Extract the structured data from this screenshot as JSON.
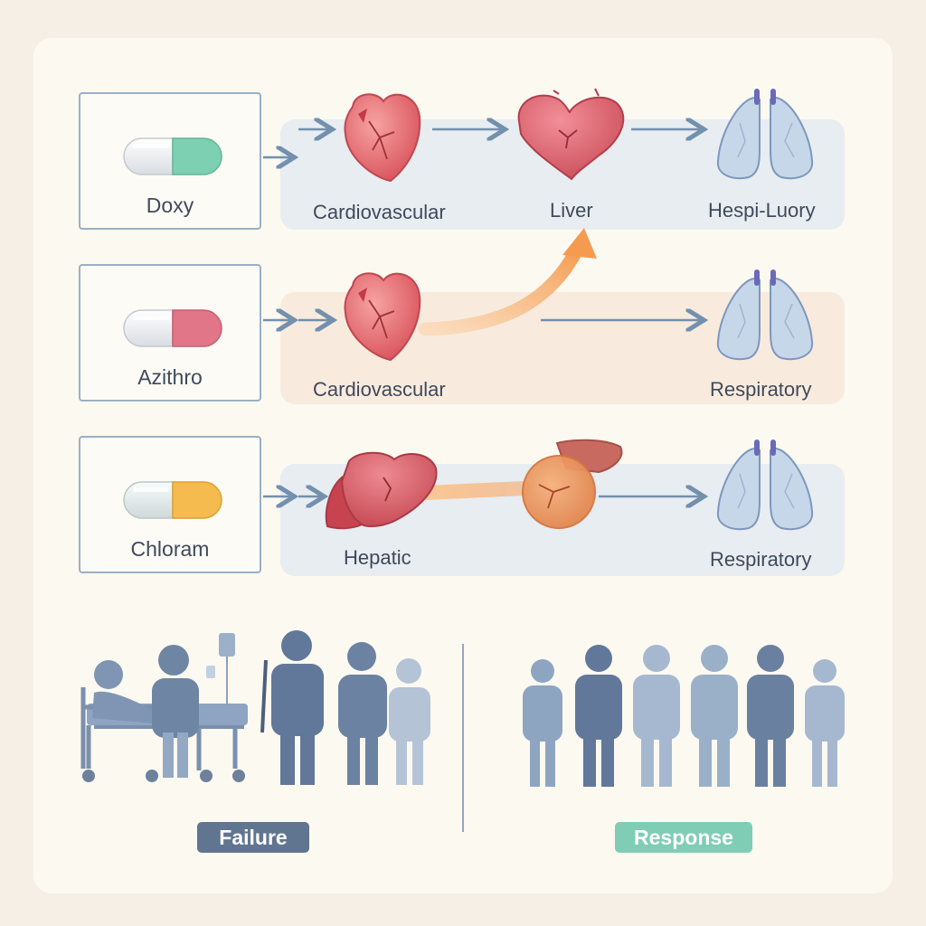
{
  "drugs": [
    {
      "name": "Doxy",
      "cap_color": "#7ed0b2"
    },
    {
      "name": "Azithro",
      "cap_color": "#e07688"
    },
    {
      "name": "Chloram",
      "cap_color": "#f6bb4e"
    }
  ],
  "rows": [
    {
      "labels": [
        "Cardiovascular",
        "Liver",
        "Hespi-Luory"
      ]
    },
    {
      "labels": [
        "Cardiovascular",
        "Respiratory"
      ]
    },
    {
      "labels": [
        "Hepatic",
        "Respiratory"
      ]
    }
  ],
  "outcomes": {
    "failure": "Failure",
    "response": "Response"
  },
  "colors": {
    "failure": "#607590",
    "response": "#7fcdb5",
    "arrow": "#7390ad",
    "flow": "#f5a35c"
  },
  "icons": [
    "capsule-icon",
    "heart-icon",
    "liver-icon",
    "lungs-icon",
    "hospital-bed-icon",
    "iv-drip-icon",
    "person-icon"
  ]
}
